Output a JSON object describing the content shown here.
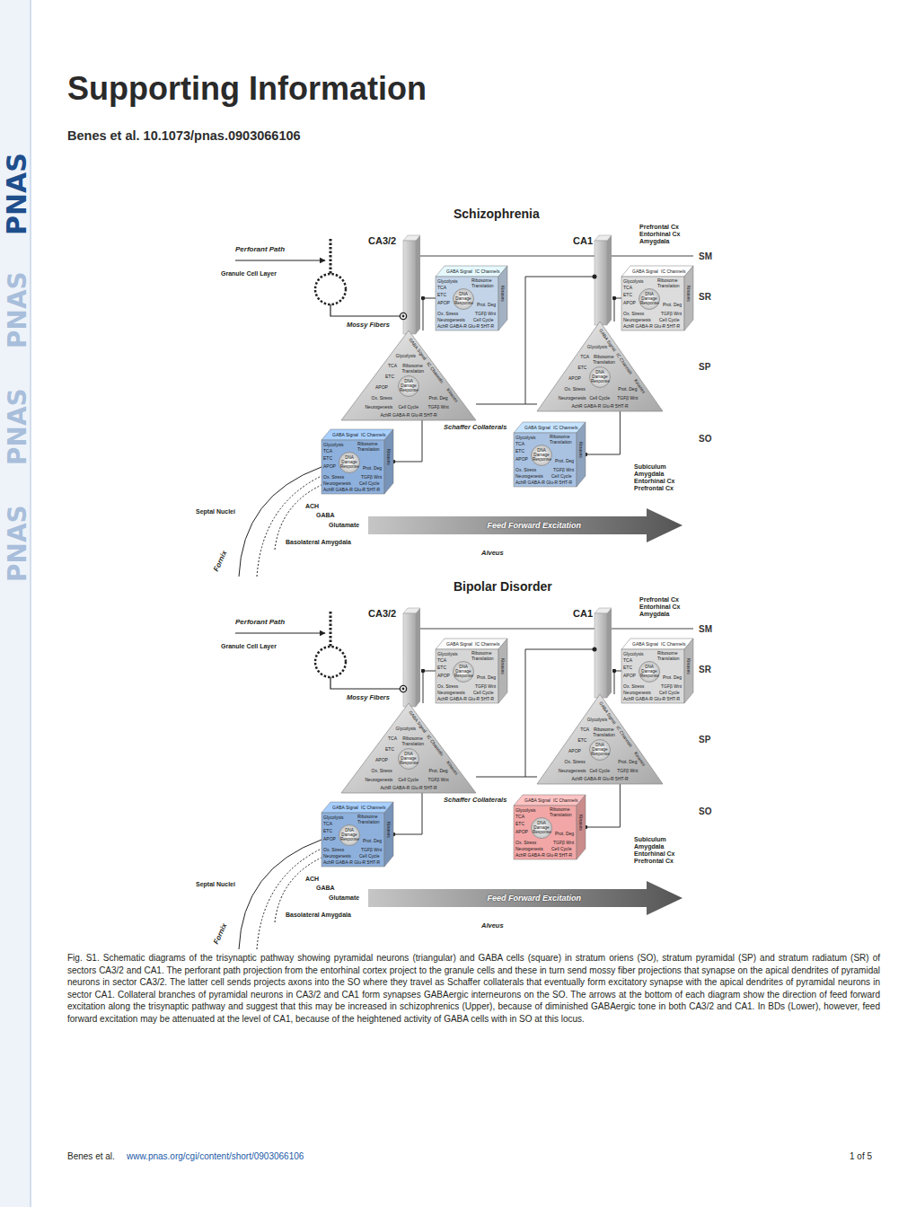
{
  "diagram": {
    "title": "Supporting Information",
    "caption": "Fig. S1. Schematic diagrams of the trisynaptic pathway showing pyramidal neurons (triangular) and GABA cells (square) in stratum oriens (SO), stratum pyramidal (SP) and stratum radiatum (SR) of sectors CA3/2 and CA1. The perforant path projection from the entorhinal cortex project to the granule cells and these in turn send mossy fiber projections that synapse on the apical dendrites of pyramidal neurons in sector CA3/2. The latter cell sends projects axons into the SO where they travel as Schaffer collaterals that eventually form excitatory synapse with the apical dendrites of pyramidal neurons in sector CA1. Collateral branches of pyramidal neurons in CA3/2 and CA1 form synapses GABAergic interneurons on the SO. The arrows at the bottom of each diagram show the direction of feed forward excitation along the trisynaptic pathway and suggest that this may be increased in schizophrenics (Upper), because of diminished GABAergic tone in both CA3/2 and CA1. In BDs (Lower), however, feed forward excitation may be attenuated at the level of CA1, because of the heightened activity of GABA cells with in SO at this locus.",
    "nodes": [
      {
        "text": [
          "GABA Signal",
          "IC Channels",
          "Glycolysis",
          "TCA",
          "Ribosome Translation",
          "ETC",
          "APOP",
          "Prot. Deg",
          "Ox. Stress",
          "TGFβ Wnt",
          "Neurogenesis",
          "Cell Cycle",
          "AchR GABA-R Glu-R 5HT-R",
          "Kinases"
        ]
      },
      {
        "text": [
          "DNA Damage Response"
        ],
        "in": 0
      },
      {
        "text": [
          "GABA Signal",
          "IC Channels",
          "Glycolysis",
          "TCA",
          "Ribosome Translation",
          "ETC",
          "APOP",
          "Prot. Deg",
          "Ox. Stress",
          "TGFβ Wnt",
          "Neurogenesis",
          "Cell Cycle",
          "AchR GABA-R Glu-R 5HT-R",
          "Kinases"
        ]
      },
      {
        "text": [
          "DNA Damage Response"
        ],
        "in": 2
      },
      {
        "text": [
          "GABA Signal",
          "IC Channels",
          "Glycolysis",
          "TCA",
          "Ribosome Translation",
          "ETC",
          "APOP",
          "Prot. Deg",
          "Ox. Stress",
          "TGFβ Wnt",
          "Neurogenesis",
          "Cell Cycle",
          "AchR GABA-R Glu-R 5HT-R",
          "Kinases"
        ]
      },
      {
        "text": [
          "DNA Damage Response"
        ],
        "in": 4
      },
      {
        "text": [
          "GABA Signal",
          "IC Channels",
          "Glycolysis",
          "TCA",
          "Ribosome Translation",
          "ETC",
          "APOP",
          "Prot. Deg",
          "Ox. Stress",
          "TGFβ Wnt",
          "Neurogenesis",
          "Cell Cycle",
          "AchR GABA-R Glu-R 5HT-R",
          "Kinases"
        ]
      },
      {
        "text": [
          "DNA Damage Response"
        ],
        "in": 6
      },
      {
        "text": [
          "GABA Signal",
          "IC Channels",
          "Glycolysis",
          "TCA",
          "Ribosome Translation",
          "ETC",
          "APOP",
          "Prot. Deg",
          "Ox. Stress",
          "TGFβ Wnt",
          "Neurogenesis",
          "Cell Cycle",
          "AchR GABA-R Glu-R 5HT-R",
          "Kinases"
        ]
      },
      {
        "text": [
          "DNA Damage Response"
        ],
        "in": 8
      },
      {
        "text": [
          "GABA Signal",
          "IC Channels",
          "Glycolysis",
          "TCA",
          "Ribosome Translation",
          "ETC",
          "APOP",
          "Prot. Deg",
          "Ox. Stress",
          "TGFβ Wnt",
          "Neurogenesis",
          "Cell Cycle",
          "AchR GABA-R Glu-R 5HT-R",
          "Kinases"
        ]
      },
      {
        "text": [
          "DNA Damage Response"
        ],
        "in": 10
      },
      {
        "text": [
          "Feed Forward Excitation"
        ]
      },
      {
        "text": [
          "GABA Signal",
          "IC Channels",
          "Glycolysis",
          "TCA",
          "Ribosome Translation",
          "ETC",
          "APOP",
          "Prot. Deg",
          "Ox. Stress",
          "TGFβ Wnt",
          "Neurogenesis",
          "Cell Cycle",
          "AchR GABA-R Glu-R 5HT-R",
          "Kinases"
        ]
      },
      {
        "text": [
          "DNA Damage Response"
        ],
        "in": 13
      },
      {
        "text": [
          "GABA Signal",
          "IC Channels",
          "Glycolysis",
          "TCA",
          "Ribosome Translation",
          "ETC",
          "APOP",
          "Prot. Deg",
          "Ox. Stress",
          "TGFβ Wnt",
          "Neurogenesis",
          "Cell Cycle",
          "AchR GABA-R Glu-R 5HT-R",
          "Kinases"
        ]
      },
      {
        "text": [
          "DNA Damage Response"
        ],
        "in": 15
      },
      {
        "text": [
          "GABA Signal",
          "IC Channels",
          "Glycolysis",
          "TCA",
          "Ribosome Translation",
          "ETC",
          "APOP",
          "Prot. Deg",
          "Ox. Stress",
          "TGFβ Wnt",
          "Neurogenesis",
          "Cell Cycle",
          "AchR GABA-R Glu-R 5HT-R",
          "Kinases"
        ]
      },
      {
        "text": [
          "DNA Damage Response"
        ],
        "in": 17
      },
      {
        "text": [
          "GABA Signal",
          "IC Channels",
          "Glycolysis",
          "TCA",
          "Ribosome Translation",
          "ETC",
          "APOP",
          "Prot. Deg",
          "Ox. Stress",
          "TGFβ Wnt",
          "Neurogenesis",
          "Cell Cycle",
          "AchR GABA-R Glu-R 5HT-R",
          "Kinases"
        ]
      },
      {
        "text": [
          "DNA Damage Response"
        ],
        "in": 19
      },
      {
        "text": [
          "GABA Signal",
          "IC Channels",
          "Glycolysis",
          "TCA",
          "Ribosome Translation",
          "ETC",
          "APOP",
          "Prot. Deg",
          "Ox. Stress",
          "TGFβ Wnt",
          "Neurogenesis",
          "Cell Cycle",
          "AchR GABA-R Glu-R 5HT-R",
          "Kinases"
        ]
      },
      {
        "text": [
          "DNA Damage Response"
        ],
        "in": 21
      },
      {
        "text": [
          "GABA Signal",
          "IC Channels",
          "Glycolysis",
          "TCA",
          "Ribosome Translation",
          "ETC",
          "APOP",
          "Prot. Deg",
          "Ox. Stress",
          "TGFβ Wnt",
          "Neurogenesis",
          "Cell Cycle",
          "AchR GABA-R Glu-R 5HT-R",
          "Kinases"
        ]
      },
      {
        "text": [
          "DNA Damage Response"
        ],
        "in": 23
      },
      {
        "text": [
          "Feed Forward Excitation"
        ]
      }
    ],
    "edges": [
      {
        "from": 0,
        "to": 4,
        "arrow": "none"
      },
      {
        "from": 2,
        "to": 6,
        "arrow": "none"
      },
      {
        "from": 4,
        "to": 6,
        "arrow": "none"
      },
      {
        "from": 4,
        "to": 8,
        "arrow": "none"
      },
      {
        "from": 6,
        "to": 10,
        "arrow": "none"
      },
      {
        "from": 13,
        "to": 17,
        "arrow": "none"
      },
      {
        "from": 15,
        "to": 19,
        "arrow": "none"
      },
      {
        "from": 17,
        "to": 19,
        "arrow": "none"
      },
      {
        "from": 17,
        "to": 21,
        "arrow": "none"
      },
      {
        "from": 19,
        "to": 23,
        "arrow": "none"
      }
    ],
    "labels": [
      "PNAS",
      "PNAS",
      "PNAS",
      "PNAS",
      "Benes et al. 10.1073/pnas.0903066106",
      "Schizophrenia",
      "Prefrontal Cx Entorhinal Cx Amygdala",
      "Perforant Path",
      "CA3/2",
      "CA1",
      "SM",
      "Granule Cell Layer",
      "SR",
      "Mossy Fibers",
      "SP",
      "Schaffer Collaterals",
      "SO",
      "Subiculum Amygdala Entorhinal Cx Prefrontal Cx",
      "Septal Nuclei",
      "ACH",
      "GABA",
      "Glutamate",
      "Fornix",
      "Basolateral Amygdala",
      "Alveus",
      "Bipolar Disorder",
      "Prefrontal Cx Entorhinal Cx Amygdala",
      "Perforant Path",
      "CA3/2",
      "CA1",
      "SM",
      "Granule Cell Layer",
      "SR",
      "Mossy Fibers",
      "SP",
      "Schaffer Collaterals",
      "SO",
      "Subiculum Amygdala Entorhinal Cx Prefrontal Cx",
      "Septal Nuclei",
      "ACH",
      "GABA",
      "Glutamate",
      "Fornix",
      "Basolateral Amygdala",
      "Alveus",
      "Benes et al.",
      "www.pnas.org/cgi/content/short/0903066106",
      "1 of 5"
    ]
  }
}
